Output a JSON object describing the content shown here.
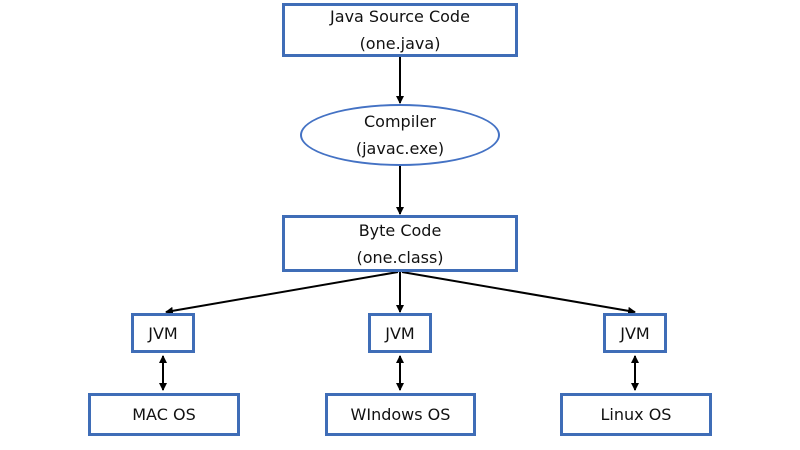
{
  "nodes": {
    "source": {
      "line1": "Java Source Code",
      "line2": "(one.java)"
    },
    "compiler": {
      "line1": "Compiler",
      "line2": "(javac.exe)"
    },
    "bytecode": {
      "line1": "Byte Code",
      "line2": "(one.class)"
    },
    "jvm_left": {
      "label": "JVM"
    },
    "jvm_mid": {
      "label": "JVM"
    },
    "jvm_right": {
      "label": "JVM"
    },
    "os_mac": {
      "label": "MAC OS"
    },
    "os_windows": {
      "label": "WIndows OS"
    },
    "os_linux": {
      "label": "Linux OS"
    }
  },
  "colors": {
    "box_border": "#3f6db7",
    "ellipse_border": "#4472c4",
    "arrow": "#000000",
    "text": "#111111",
    "background": "#ffffff"
  }
}
